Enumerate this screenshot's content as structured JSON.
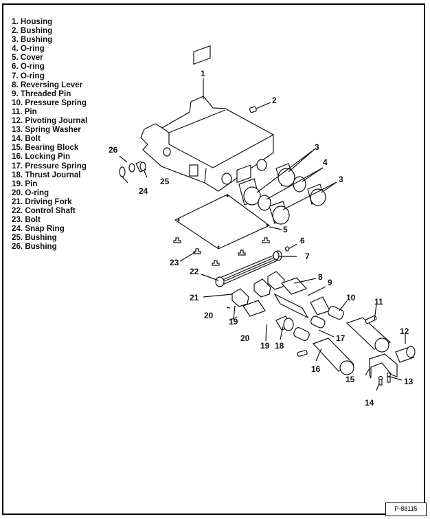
{
  "figure_id": "P-88115",
  "parts": [
    {
      "number": "1",
      "name": "Housing"
    },
    {
      "number": "2",
      "name": "Bushing"
    },
    {
      "number": "3",
      "name": "Bushing"
    },
    {
      "number": "4",
      "name": "O-ring"
    },
    {
      "number": "5",
      "name": "Cover"
    },
    {
      "number": "6",
      "name": "O-ring"
    },
    {
      "number": "7",
      "name": "O-ring"
    },
    {
      "number": "8",
      "name": "Reversing Lever"
    },
    {
      "number": "9",
      "name": "Threaded Pin"
    },
    {
      "number": "10",
      "name": "Pressure Spring"
    },
    {
      "number": "11",
      "name": "Pin"
    },
    {
      "number": "12",
      "name": "Pivoting Journal"
    },
    {
      "number": "13",
      "name": "Spring Washer"
    },
    {
      "number": "14",
      "name": "Bolt"
    },
    {
      "number": "15",
      "name": "Bearing Block"
    },
    {
      "number": "16",
      "name": "Locking Pin"
    },
    {
      "number": "17",
      "name": "Pressure Spring"
    },
    {
      "number": "18",
      "name": "Thrust Journal"
    },
    {
      "number": "19",
      "name": "Pin"
    },
    {
      "number": "20",
      "name": "O-ring"
    },
    {
      "number": "21",
      "name": "Driving Fork"
    },
    {
      "number": "22",
      "name": "Control Shaft"
    },
    {
      "number": "23",
      "name": "Bolt"
    },
    {
      "number": "24",
      "name": "Snap Ring"
    },
    {
      "number": "25",
      "name": "Bushing"
    },
    {
      "number": "26",
      "name": "Bushing"
    }
  ],
  "list_labels": [
    "1. Housing",
    "2. Bushing",
    "3. Bushing",
    "4. O-ring",
    "5. Cover",
    "6. O-ring",
    "7. O-ring",
    "8. Reversing Lever",
    "9. Threaded Pin",
    "10. Pressure Spring",
    "11. Pin",
    "12. Pivoting Journal",
    "13. Spring Washer",
    "14. Bolt",
    "15. Bearing Block",
    "16. Locking Pin",
    "17. Pressure Spring",
    "18. Thrust Journal",
    "19. Pin",
    "20. O-ring",
    "21. Driving Fork",
    "22. Control Shaft",
    "23. Bolt",
    "24. Snap Ring",
    "25. Bushing",
    "26. Bushing"
  ],
  "callouts": [
    "1",
    "2",
    "3",
    "3",
    "4",
    "5",
    "6",
    "7",
    "8",
    "9",
    "10",
    "11",
    "12",
    "13",
    "14",
    "15",
    "16",
    "17",
    "18",
    "19",
    "19",
    "20",
    "20",
    "21",
    "22",
    "23",
    "24",
    "25",
    "26"
  ]
}
